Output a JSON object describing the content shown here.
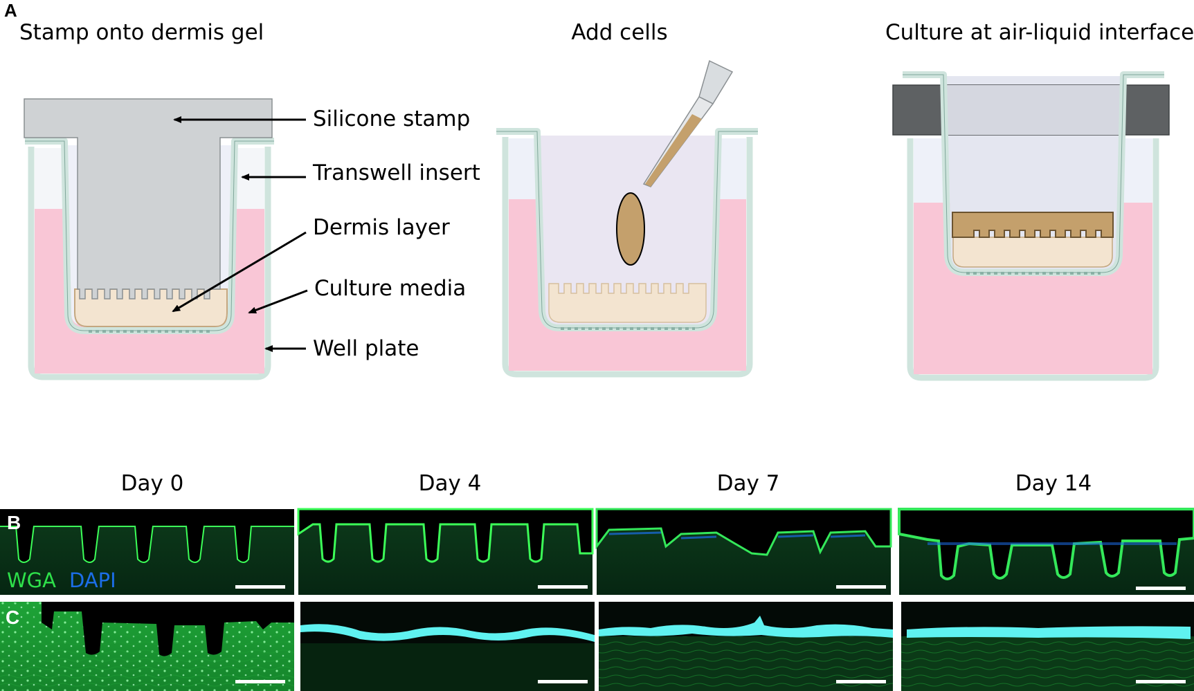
{
  "panel_letters": {
    "a": "A",
    "b": "B",
    "c": "C"
  },
  "steps": [
    {
      "title": "Stamp onto dermis gel"
    },
    {
      "title": "Add cells"
    },
    {
      "title": "Culture at air-liquid interface"
    }
  ],
  "labels": {
    "silicone_stamp": "Silicone stamp",
    "transwell_insert": "Transwell insert",
    "dermis_layer": "Dermis layer",
    "culture_media": "Culture media",
    "well_plate": "Well plate"
  },
  "timepoints": [
    "Day 0",
    "Day 4",
    "Day 7",
    "Day 14"
  ],
  "stains": {
    "wga": "WGA",
    "dapi": "DAPI"
  },
  "colors": {
    "media": "#f9c6d6",
    "well_outline": "#cfe4dd",
    "dermis": "#f3e4d0",
    "dermis_outline": "#c4a77f",
    "stamp": "#cfd2d4",
    "cells": "#c4a06c",
    "wga": "#2ee04a",
    "dapi": "#1c6ee8",
    "micrograph_bg": "#02140a"
  }
}
